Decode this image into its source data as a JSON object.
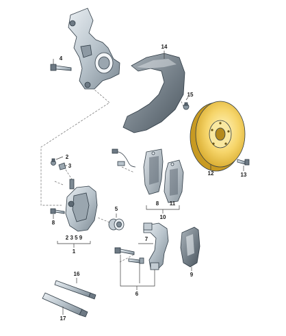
{
  "diagram": {
    "callouts": {
      "c1": "1",
      "c2": "2",
      "c3": "3",
      "c4": "4",
      "c5": "5",
      "c6": "6",
      "c7": "7",
      "c8a": "8",
      "c8b": "8",
      "c9": "9",
      "c10": "10",
      "c11": "11",
      "c12": "12",
      "c13": "13",
      "c14": "14",
      "c15": "15",
      "c16": "16",
      "c17": "17"
    },
    "group_labels": {
      "caliper_set": "2 3 5 9",
      "carrier_set": "7",
      "pads_pair": "8   11"
    }
  }
}
